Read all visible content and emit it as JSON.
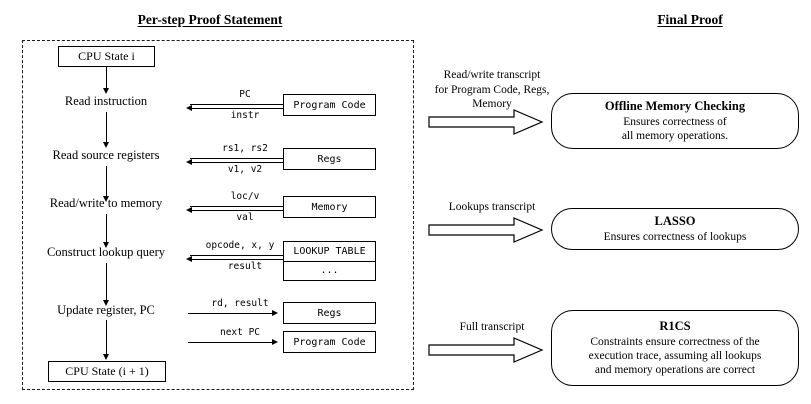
{
  "headings": {
    "left": "Per-step Proof Statement",
    "right": "Final Proof"
  },
  "per_step": {
    "start_state": "CPU State i",
    "end_state": "CPU State (i + 1)",
    "steps": [
      {
        "label": "Read instruction",
        "out_msg": "PC",
        "in_msg": "instr",
        "target": "Program Code"
      },
      {
        "label": "Read source registers",
        "out_msg": "rs1, rs2",
        "in_msg": "v1, v2",
        "target": "Regs"
      },
      {
        "label": "Read/write to memory",
        "out_msg": "loc/v",
        "in_msg": "val",
        "target": "Memory"
      },
      {
        "label": "Construct lookup query",
        "out_msg": "opcode, x, y",
        "in_msg": "result",
        "target": "LOOKUP TABLE",
        "target_second_row": "..."
      },
      {
        "label": "Update register, PC",
        "out_msg": "rd, result",
        "in_msg": "",
        "target": "Regs"
      },
      {
        "label": "",
        "out_msg": "next PC",
        "in_msg": "",
        "target": "Program Code"
      }
    ]
  },
  "final_proof": {
    "transcripts": [
      {
        "lines": [
          "Read/write transcript",
          "for Program Code, Regs,",
          "Memory"
        ]
      },
      {
        "lines": [
          "Lookups transcript"
        ]
      },
      {
        "lines": [
          "Full transcript"
        ]
      }
    ],
    "results": [
      {
        "title": "Offline Memory Checking",
        "body": [
          "Ensures correctness of",
          "all memory operations."
        ]
      },
      {
        "title": "LASSO",
        "body": [
          "Ensures correctness of lookups"
        ]
      },
      {
        "title": "R1CS",
        "body": [
          "Constraints ensure correctness of the",
          "execution trace, assuming all lookups",
          "and memory operations are correct"
        ]
      }
    ]
  },
  "colors": {
    "stroke": "#000000",
    "background": "#ffffff",
    "dashed_border": "#1a1a1a"
  }
}
